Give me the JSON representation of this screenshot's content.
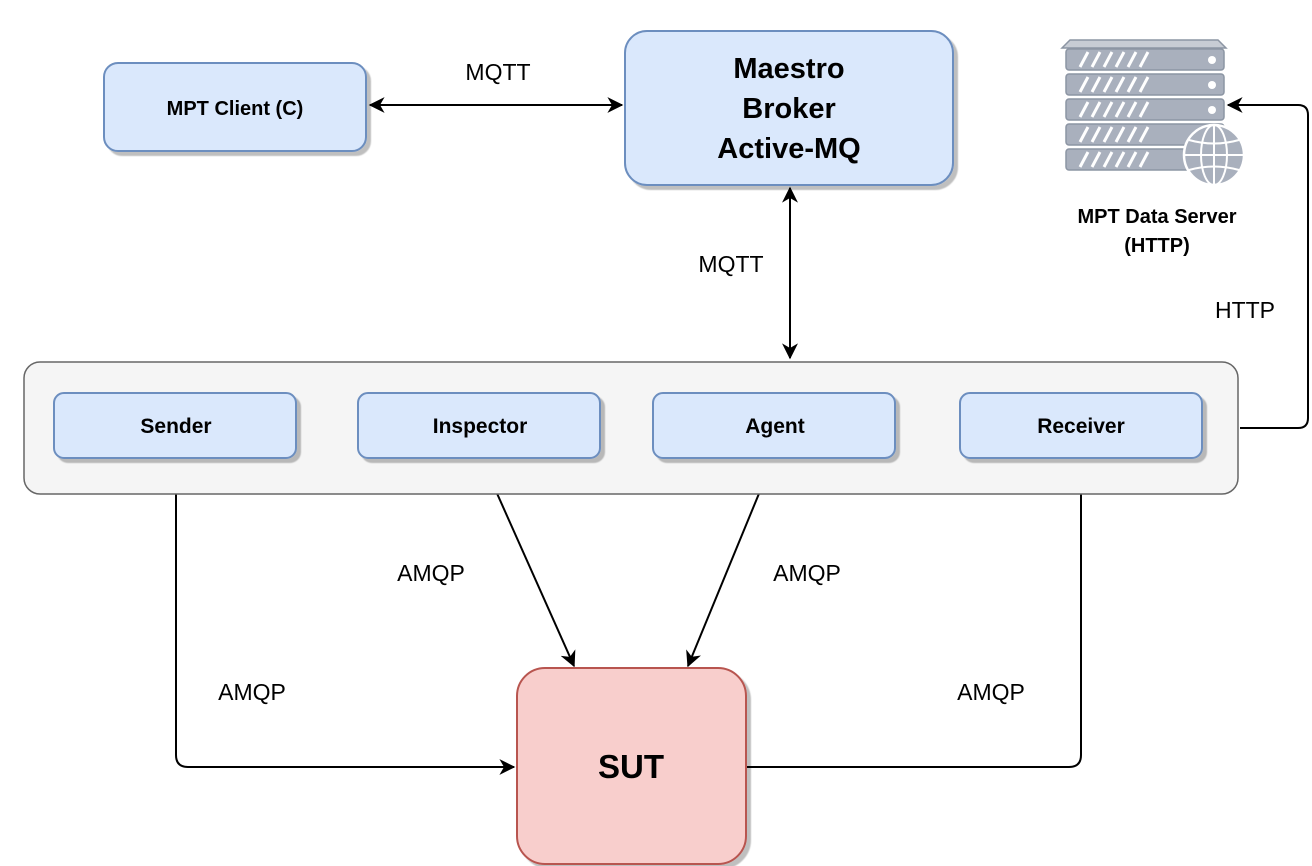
{
  "nodes": {
    "mpt_client": "MPT Client (C)",
    "maestro_broker": [
      "Maestro",
      "Broker",
      "Active-MQ"
    ],
    "data_server": [
      "MPT Data Server",
      "(HTTP)"
    ],
    "sender": "Sender",
    "inspector": "Inspector",
    "agent": "Agent",
    "receiver": "Receiver",
    "sut": "SUT"
  },
  "edges": {
    "client_broker": "MQTT",
    "broker_workers": "MQTT",
    "receiver_server": "HTTP",
    "inspector_sut": "AMQP",
    "agent_sut": "AMQP",
    "sender_sut": "AMQP",
    "sut_receiver": "AMQP"
  },
  "colors": {
    "blue_fill": "#dae8fc",
    "blue_stroke": "#6c8ebf",
    "red_fill": "#f8cecc",
    "red_stroke": "#b85450",
    "group_fill": "#f5f5f5",
    "group_stroke": "#666666",
    "server_fill": "#a9b0bd",
    "server_dark": "#8c95a3"
  },
  "icons": {
    "server": "server-rack-globe-icon"
  }
}
